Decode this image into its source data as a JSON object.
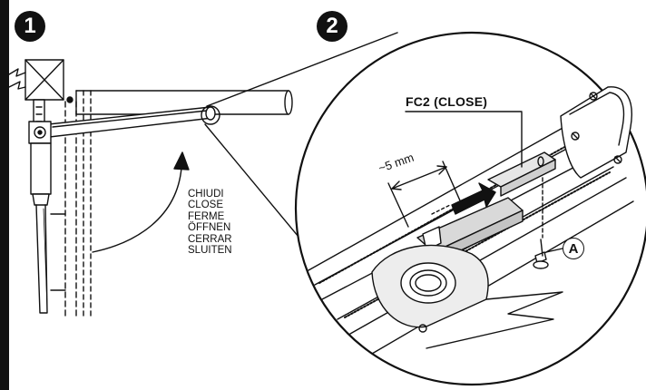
{
  "steps": {
    "step1": "1",
    "step2": "2"
  },
  "close_labels": [
    "CHIUDI",
    "CLOSE",
    "FERME",
    "ÖFFNEN",
    "CERRAR",
    "SLUITEN"
  ],
  "detail": {
    "limit_switch": "FC2 (CLOSE)",
    "distance": "~5 mm",
    "part_callout": "A"
  }
}
